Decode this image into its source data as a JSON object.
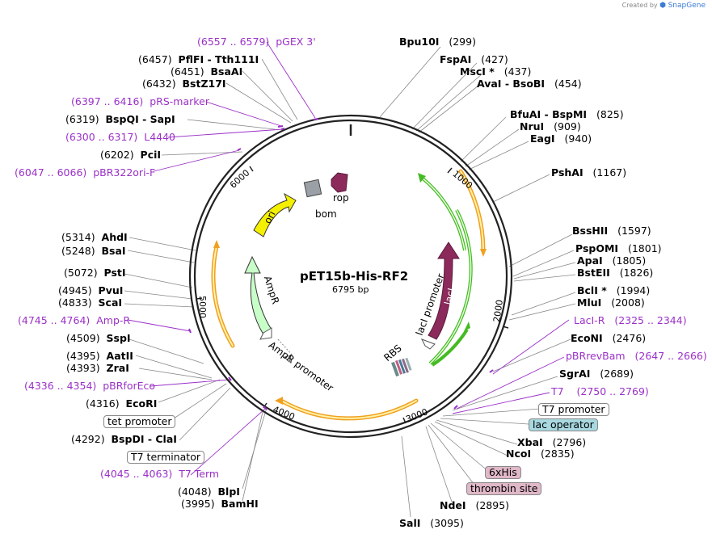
{
  "credit": {
    "prefix": "Created by",
    "brand": "SnapGene"
  },
  "plasmid": {
    "name": "pET15b-His-RF2",
    "length": "6795 bp"
  },
  "ring_ticks": [
    "1000",
    "2000",
    "3000",
    "4000",
    "5000",
    "6000"
  ],
  "features": {
    "rop": "rop",
    "bom": "bom",
    "ori": "ori",
    "ampr": "AmpR",
    "ampr_promoter": "AmpR promoter",
    "laci": "lacI",
    "laci_promoter": "lacI promoter",
    "rbs": "RBS"
  },
  "sites": [
    {
      "name": "Bpu10I",
      "pos": "(299)"
    },
    {
      "name": "FspAI",
      "pos": "(427)"
    },
    {
      "name": "MscI *",
      "pos": "(437)"
    },
    {
      "name": "AvaI - BsoBI",
      "pos": "(454)"
    },
    {
      "name": "BfuAI - BspMI",
      "pos": "(825)"
    },
    {
      "name": "NruI",
      "pos": "(909)"
    },
    {
      "name": "EagI",
      "pos": "(940)"
    },
    {
      "name": "PshAI",
      "pos": "(1167)"
    },
    {
      "name": "BssHII",
      "pos": "(1597)"
    },
    {
      "name": "PspOMI",
      "pos": "(1801)"
    },
    {
      "name": "ApaI",
      "pos": "(1805)"
    },
    {
      "name": "BstEII",
      "pos": "(1826)"
    },
    {
      "name": "BclI *",
      "pos": "(1994)"
    },
    {
      "name": "MluI",
      "pos": "(2008)"
    },
    {
      "name": "EcoNI",
      "pos": "(2476)"
    },
    {
      "name": "SgrAI",
      "pos": "(2689)"
    },
    {
      "name": "XbaI",
      "pos": "(2796)"
    },
    {
      "name": "NcoI",
      "pos": "(2835)"
    },
    {
      "name": "NdeI",
      "pos": "(2895)"
    },
    {
      "name": "SalI",
      "pos": "(3095)"
    },
    {
      "name": "BamHI",
      "pos": "(3995)"
    },
    {
      "name": "BlpI",
      "pos": "(4048)"
    },
    {
      "name": "BspDI - ClaI",
      "pos": "(4292)"
    },
    {
      "name": "EcoRI",
      "pos": "(4316)"
    },
    {
      "name": "ZraI",
      "pos": "(4393)"
    },
    {
      "name": "AatII",
      "pos": "(4395)"
    },
    {
      "name": "SspI",
      "pos": "(4509)"
    },
    {
      "name": "ScaI",
      "pos": "(4833)"
    },
    {
      "name": "PvuI",
      "pos": "(4945)"
    },
    {
      "name": "PstI",
      "pos": "(5072)"
    },
    {
      "name": "BsaI",
      "pos": "(5248)"
    },
    {
      "name": "AhdI",
      "pos": "(5314)"
    },
    {
      "name": "PciI",
      "pos": "(6202)"
    },
    {
      "name": "BspQI - SapI",
      "pos": "(6319)"
    },
    {
      "name": "BstZ17I",
      "pos": "(6432)"
    },
    {
      "name": "BsaAI",
      "pos": "(6451)"
    },
    {
      "name": "PflFI - Tth111I",
      "pos": "(6457)"
    }
  ],
  "primers": [
    {
      "name": "pGEX 3'",
      "range": "(6557 .. 6579)"
    },
    {
      "name": "pRS-marker",
      "range": "(6397 .. 6416)"
    },
    {
      "name": "L4440",
      "range": "(6300 .. 6317)"
    },
    {
      "name": "pBR322ori-F",
      "range": "(6047 .. 6066)"
    },
    {
      "name": "Amp-R",
      "range": "(4745 .. 4764)"
    },
    {
      "name": "pBRforEco",
      "range": "(4336 .. 4354)"
    },
    {
      "name": "T7 Term",
      "range": "(4045 .. 4063)"
    },
    {
      "name": "LacI-R",
      "range": "(2325 .. 2344)"
    },
    {
      "name": "pBRrevBam",
      "range": "(2647 .. 2666)"
    },
    {
      "name": "T7",
      "range": "(2750 .. 2769)"
    }
  ],
  "boxed": {
    "t7_promoter": "T7 promoter",
    "lac_operator": "lac operator",
    "his6": "6xHis",
    "thrombin": "thrombin site",
    "tet_promoter": "tet promoter",
    "t7_terminator": "T7 terminator"
  },
  "colors": {
    "primer": "#9b30c8",
    "rop": "#8b2a5b",
    "laci": "#8b2a5b",
    "ori": "#f5f000",
    "ampr": "#c8ffc8",
    "orange_arc": "#f0a020",
    "green_arc": "#44bb22",
    "lac_operator_bg": "#a8d8e0",
    "tag_bg": "#e0b8c8"
  }
}
